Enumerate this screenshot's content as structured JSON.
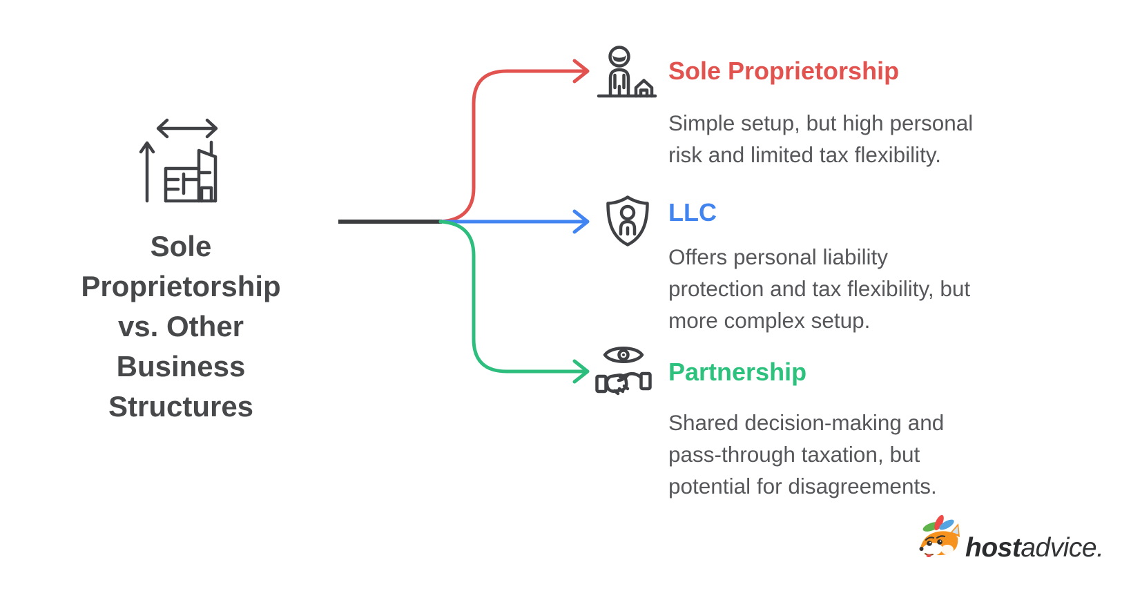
{
  "colors": {
    "sole_proprietorship": "#e2524e",
    "llc": "#4285f2",
    "partnership": "#2dbe7e",
    "trunk": "#3a3c3e",
    "icon_stroke": "#3f4144",
    "title_text": "#47484a",
    "body_text": "#56575a"
  },
  "main": {
    "title": "Sole Proprietorship vs. Other Business Structures",
    "title_lines": [
      "Sole",
      "Proprietorship",
      "vs. Other",
      "Business",
      "Structures"
    ],
    "icon": "building-with-growth-arrows-icon"
  },
  "branches": [
    {
      "label": "Sole Proprietorship",
      "icon": "person-with-house-icon",
      "color": "#e2524e",
      "description": "Simple setup, but high personal risk and limited tax flexibility.",
      "description_lines": [
        "Simple setup, but high personal",
        "risk and limited tax flexibility."
      ]
    },
    {
      "label": "LLC",
      "icon": "shield-person-icon",
      "color": "#4285f2",
      "description": "Offers personal liability protection and tax flexibility, but more complex setup.",
      "description_lines": [
        "Offers personal liability",
        "protection and tax flexibility, but",
        "more complex setup."
      ]
    },
    {
      "label": "Partnership",
      "icon": "eye-handshake-icon",
      "color": "#2dbe7e",
      "description": "Shared decision-making and pass-through taxation, but potential for disagreements.",
      "description_lines": [
        "Shared decision-making and",
        "pass-through taxation, but",
        "potential for disagreements."
      ]
    }
  ],
  "footer": {
    "logo_icon": "hostadvice-fox-icon",
    "logo_bold": "host",
    "logo_light": "advice."
  }
}
